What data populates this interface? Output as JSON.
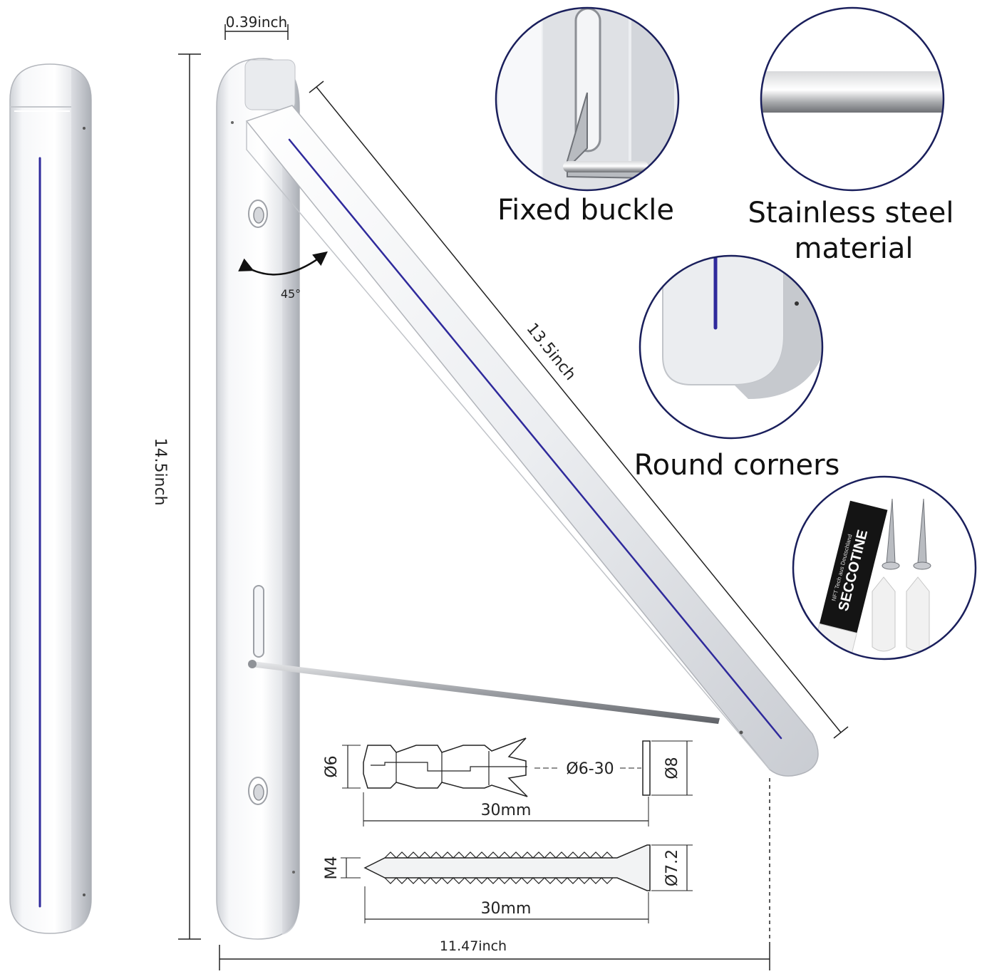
{
  "dimensions": {
    "rail_width": "0.39inch",
    "height": "14.5inch",
    "arm_length": "13.5inch",
    "depth": "11.47inch",
    "angle": "45°"
  },
  "features": {
    "fixed_buckle": "Fixed buckle",
    "stainless_line1": "Stainless steel",
    "stainless_line2": "material",
    "round_corners": "Round corners"
  },
  "anchor_drawing": {
    "diameter_outer": "Ø6",
    "diameter_inner": "Ø6-30",
    "diameter_head": "Ø8",
    "length": "30mm"
  },
  "screw_drawing": {
    "thread": "M4",
    "head_diameter": "Ø7.2",
    "length": "30mm"
  },
  "accessories": {
    "glue_brand": "SECCOTINE",
    "glue_subtext": "NFT Tech aus Deutschland"
  },
  "colors": {
    "aluminum": "#e4e6ea",
    "aluminum_dark": "#b9bcc2",
    "blue_line": "#2f2a9c",
    "circle_border": "#1a1f5c"
  }
}
